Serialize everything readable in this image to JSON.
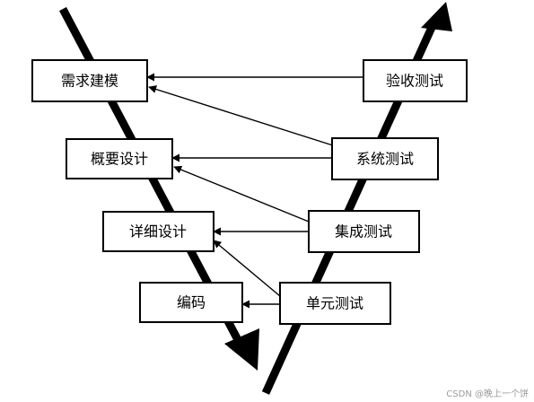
{
  "diagram": {
    "left_boxes": {
      "requirements": "需求建模",
      "outline_design": "概要设计",
      "detailed_design": "详细设计",
      "coding": "编码"
    },
    "right_boxes": {
      "acceptance_test": "验收测试",
      "system_test": "系统测试",
      "integration_test": "集成测试",
      "unit_test": "单元测试"
    },
    "colors": {
      "line": "#000000",
      "box_fill": "#ffffff",
      "watermark": "#9a9a9a"
    }
  },
  "watermark": "CSDN @晚上一个饼"
}
